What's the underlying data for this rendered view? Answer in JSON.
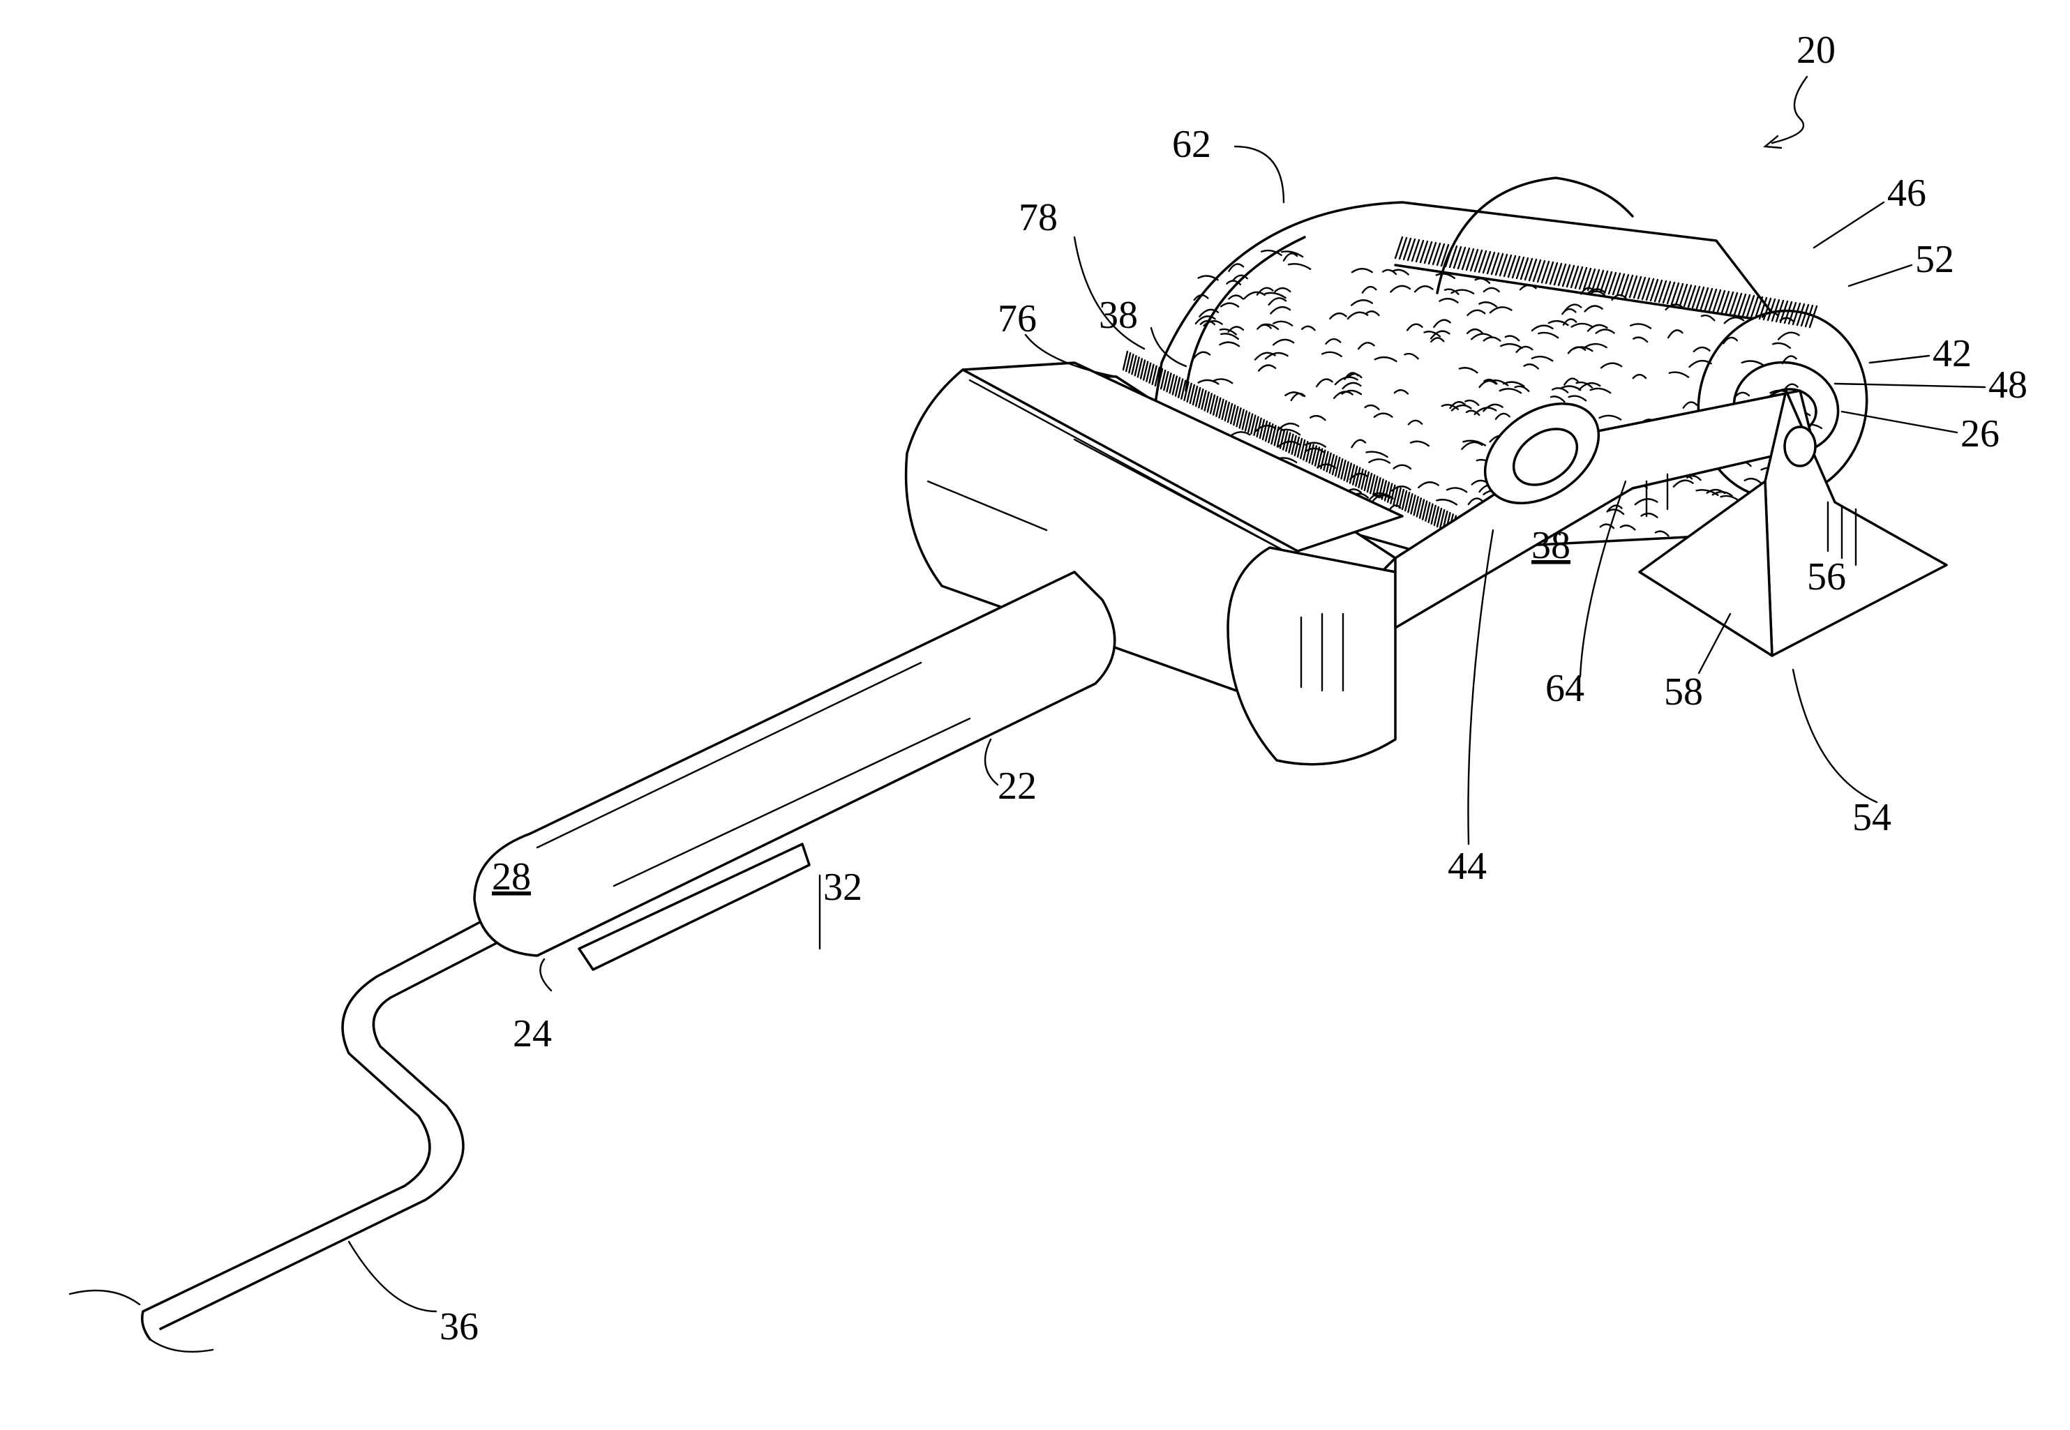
{
  "figure": {
    "reference_numerals": [
      {
        "id": "n20",
        "text": "20"
      },
      {
        "id": "n62",
        "text": "62"
      },
      {
        "id": "n78",
        "text": "78"
      },
      {
        "id": "n76",
        "text": "76"
      },
      {
        "id": "n38a",
        "text": "38"
      },
      {
        "id": "n46",
        "text": "46"
      },
      {
        "id": "n52",
        "text": "52"
      },
      {
        "id": "n42",
        "text": "42"
      },
      {
        "id": "n48",
        "text": "48"
      },
      {
        "id": "n26",
        "text": "26"
      },
      {
        "id": "n38b",
        "text": "38",
        "underlined": true
      },
      {
        "id": "n56",
        "text": "56"
      },
      {
        "id": "n64",
        "text": "64"
      },
      {
        "id": "n58",
        "text": "58"
      },
      {
        "id": "n54",
        "text": "54"
      },
      {
        "id": "n44",
        "text": "44"
      },
      {
        "id": "n22",
        "text": "22"
      },
      {
        "id": "n28",
        "text": "28",
        "underlined": true
      },
      {
        "id": "n32",
        "text": "32"
      },
      {
        "id": "n24",
        "text": "24"
      },
      {
        "id": "n36",
        "text": "36"
      }
    ]
  }
}
